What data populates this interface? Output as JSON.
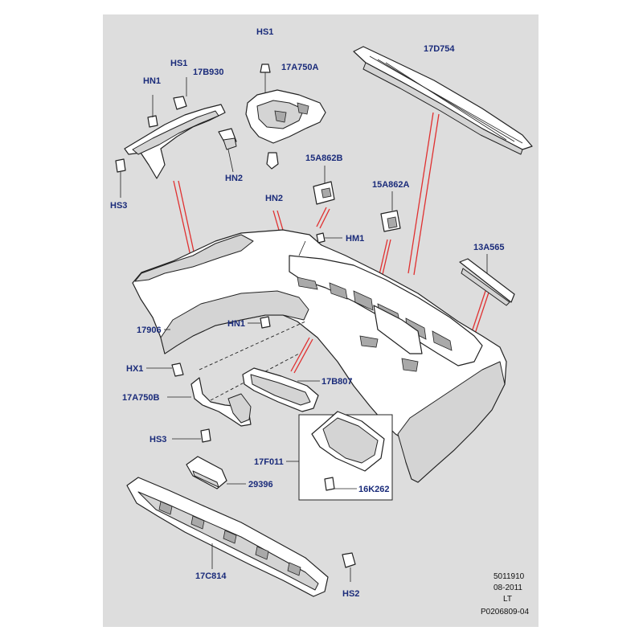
{
  "labels": {
    "hs1_top": "HS1",
    "a750a": "17A750A",
    "d754": "17D754",
    "hs1_left": "HS1",
    "b930": "17B930",
    "hn1_left": "HN1",
    "hn2_left": "HN2",
    "hs3_top": "HS3",
    "hn2_mid": "HN2",
    "a862b": "15A862B",
    "a862a": "15A862A",
    "hm1": "HM1",
    "a565": "13A565",
    "p17906": "17906",
    "hn1_mid": "HN1",
    "hx1": "HX1",
    "b807": "17B807",
    "a750b": "17A750B",
    "hs3_bottom": "HS3",
    "f011": "17F011",
    "k262": "16K262",
    "p29396": "29396",
    "c814": "17C814",
    "hs2": "HS2"
  },
  "footer": {
    "line1": "5011910",
    "line2": "08-2011",
    "line3": "LT",
    "line4": "P0206809-04"
  }
}
